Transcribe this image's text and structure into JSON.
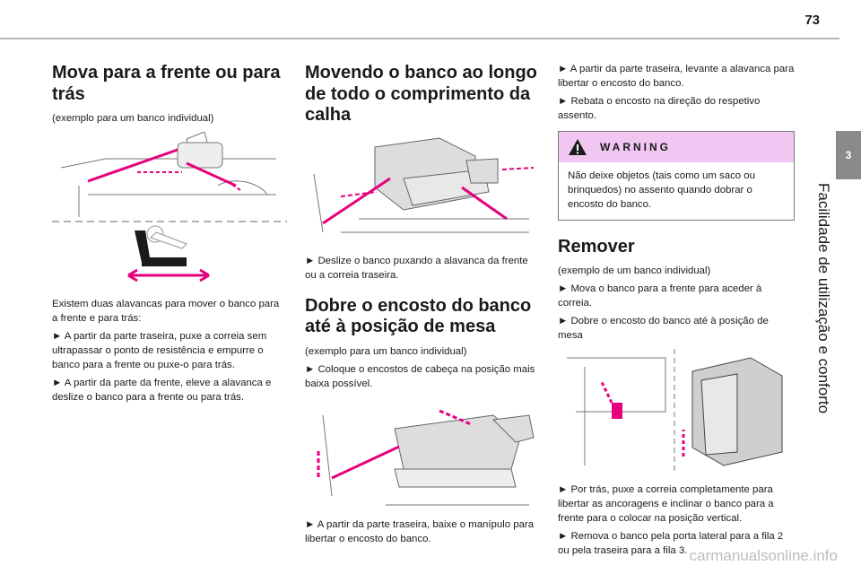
{
  "page_number": "73",
  "chapter_number": "3",
  "chapter_title": "Facilidade de utilização e conforto",
  "col1": {
    "heading": "Mova para a frente ou para trás",
    "intro": "(exemplo para um banco individual)",
    "paras": [
      "Existem duas alavancas para mover o banco para a frente e para trás:",
      "► A partir da parte traseira, puxe a correia sem ultrapassar o ponto de resistência e empurre o banco para a frente ou puxe-o para trás.",
      "► A partir da parte da frente, eleve a alavanca e deslize o banco para a frente ou para trás."
    ]
  },
  "col2": {
    "heading1": "Movendo o banco ao longo de todo o comprimento da calha",
    "step1": "► Deslize o banco puxando a alavanca da frente ou a correia traseira.",
    "heading2": "Dobre o encosto do banco até à posição de mesa",
    "intro2": "(exemplo para um banco individual)",
    "step2": "► Coloque o encostos de cabeça na posição mais baixa possível.",
    "step3": "► A partir da parte traseira, baixe o manípulo para libertar o encosto do banco."
  },
  "col3": {
    "steps_top": [
      "► A partir da parte traseira, levante a alavanca para libertar o encosto do banco.",
      "► Rebata o encosto na direção do respetivo assento."
    ],
    "warning_label": "WARNING",
    "warning_text": "Não deixe objetos (tais como um saco ou brinquedos) no assento quando dobrar o encosto do banco.",
    "heading": "Remover",
    "intro": "(exemplo de um banco individual)",
    "steps_mid": [
      "► Mova o banco para a frente para aceder à correia.",
      "► Dobre o encosto do banco até à posição de mesa"
    ],
    "steps_bottom": [
      "► Por trás, puxe a correia completamente para libertar as ancoragens e inclinar o banco para a frente para o colocar na posição vertical.",
      "► Remova o banco pela porta lateral para a fila 2 ou pela traseira para a fila 3."
    ]
  },
  "footer": "carmanualsonline.info",
  "colors": {
    "accent": "#e6007e",
    "warn_bg": "#f2c6f2",
    "tab": "#8a8a8a"
  }
}
